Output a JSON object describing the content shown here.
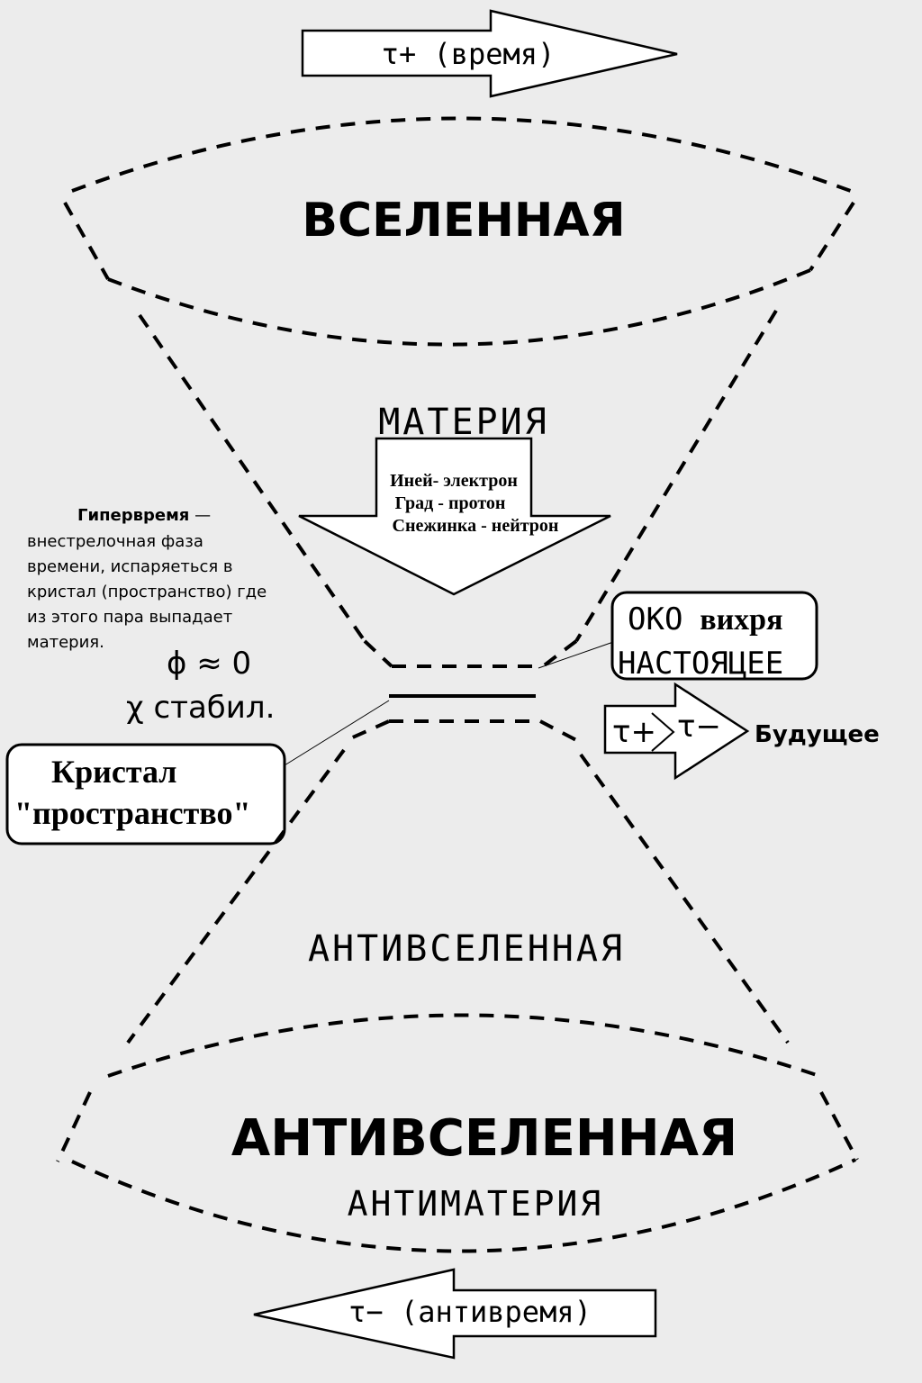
{
  "time_arrow": {
    "label": "τ+  (время)"
  },
  "antitime_arrow": {
    "label": "τ−  (антивремя)"
  },
  "universe": {
    "title": "ВСЕЛЕННАЯ"
  },
  "matter": {
    "label": "МАТЕРИЯ"
  },
  "particles_arrow": {
    "lines": [
      "Иней- электрон",
      "Град - протон",
      "Снежинка - нейтрон"
    ]
  },
  "hypertime_note": {
    "title": "Гипервремя",
    "line1_rest": " —",
    "lines": [
      "внестрелочная фаза",
      "времени, испаряеться в",
      "кристал (пространство) где",
      "из этого пара выпадает",
      "материя."
    ]
  },
  "phi_formula": "ϕ ≈ 0",
  "chi_formula": "χ стабил.",
  "eye_box": {
    "word1": "ОКО",
    "word2": "вихря",
    "line2": "НАСТОЯЦЕЕ"
  },
  "future_arrow": {
    "from": "τ+",
    "to": "τ−",
    "caption": "Будущее"
  },
  "crystal_box": {
    "line1": "Кристал",
    "line2": "\"пространство\""
  },
  "antiuniverse_upper": {
    "label": "АНТИВСЕЛЕННАЯ"
  },
  "antiuniverse_lower": {
    "title": "АНТИВСЕЛЕННАЯ",
    "subtitle": "АНТИМАТЕРИЯ"
  }
}
